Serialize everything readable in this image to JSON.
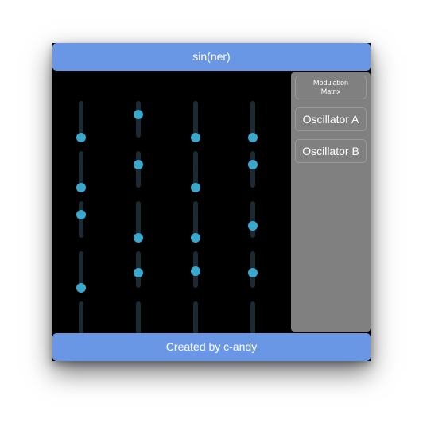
{
  "window": {
    "title": "sin(ner)",
    "footer": "Created by c-andy"
  },
  "side_panel": {
    "buttons": [
      {
        "label": "Modulation Matrix"
      },
      {
        "label": "Oscillator A"
      },
      {
        "label": "Oscillator B"
      }
    ]
  },
  "sliders": {
    "rows": [
      [
        0.0,
        0.7,
        0.0,
        0.0
      ],
      [
        0.0,
        0.7,
        0.0,
        0.7
      ],
      [
        0.7,
        0.0,
        0.0,
        0.35
      ],
      [
        0.0,
        0.45,
        0.5,
        0.45
      ]
    ]
  },
  "colors": {
    "header": "#6a96e6",
    "panel": "#808080",
    "thumb": "#3aa8cc",
    "track": "#1c2a33"
  }
}
